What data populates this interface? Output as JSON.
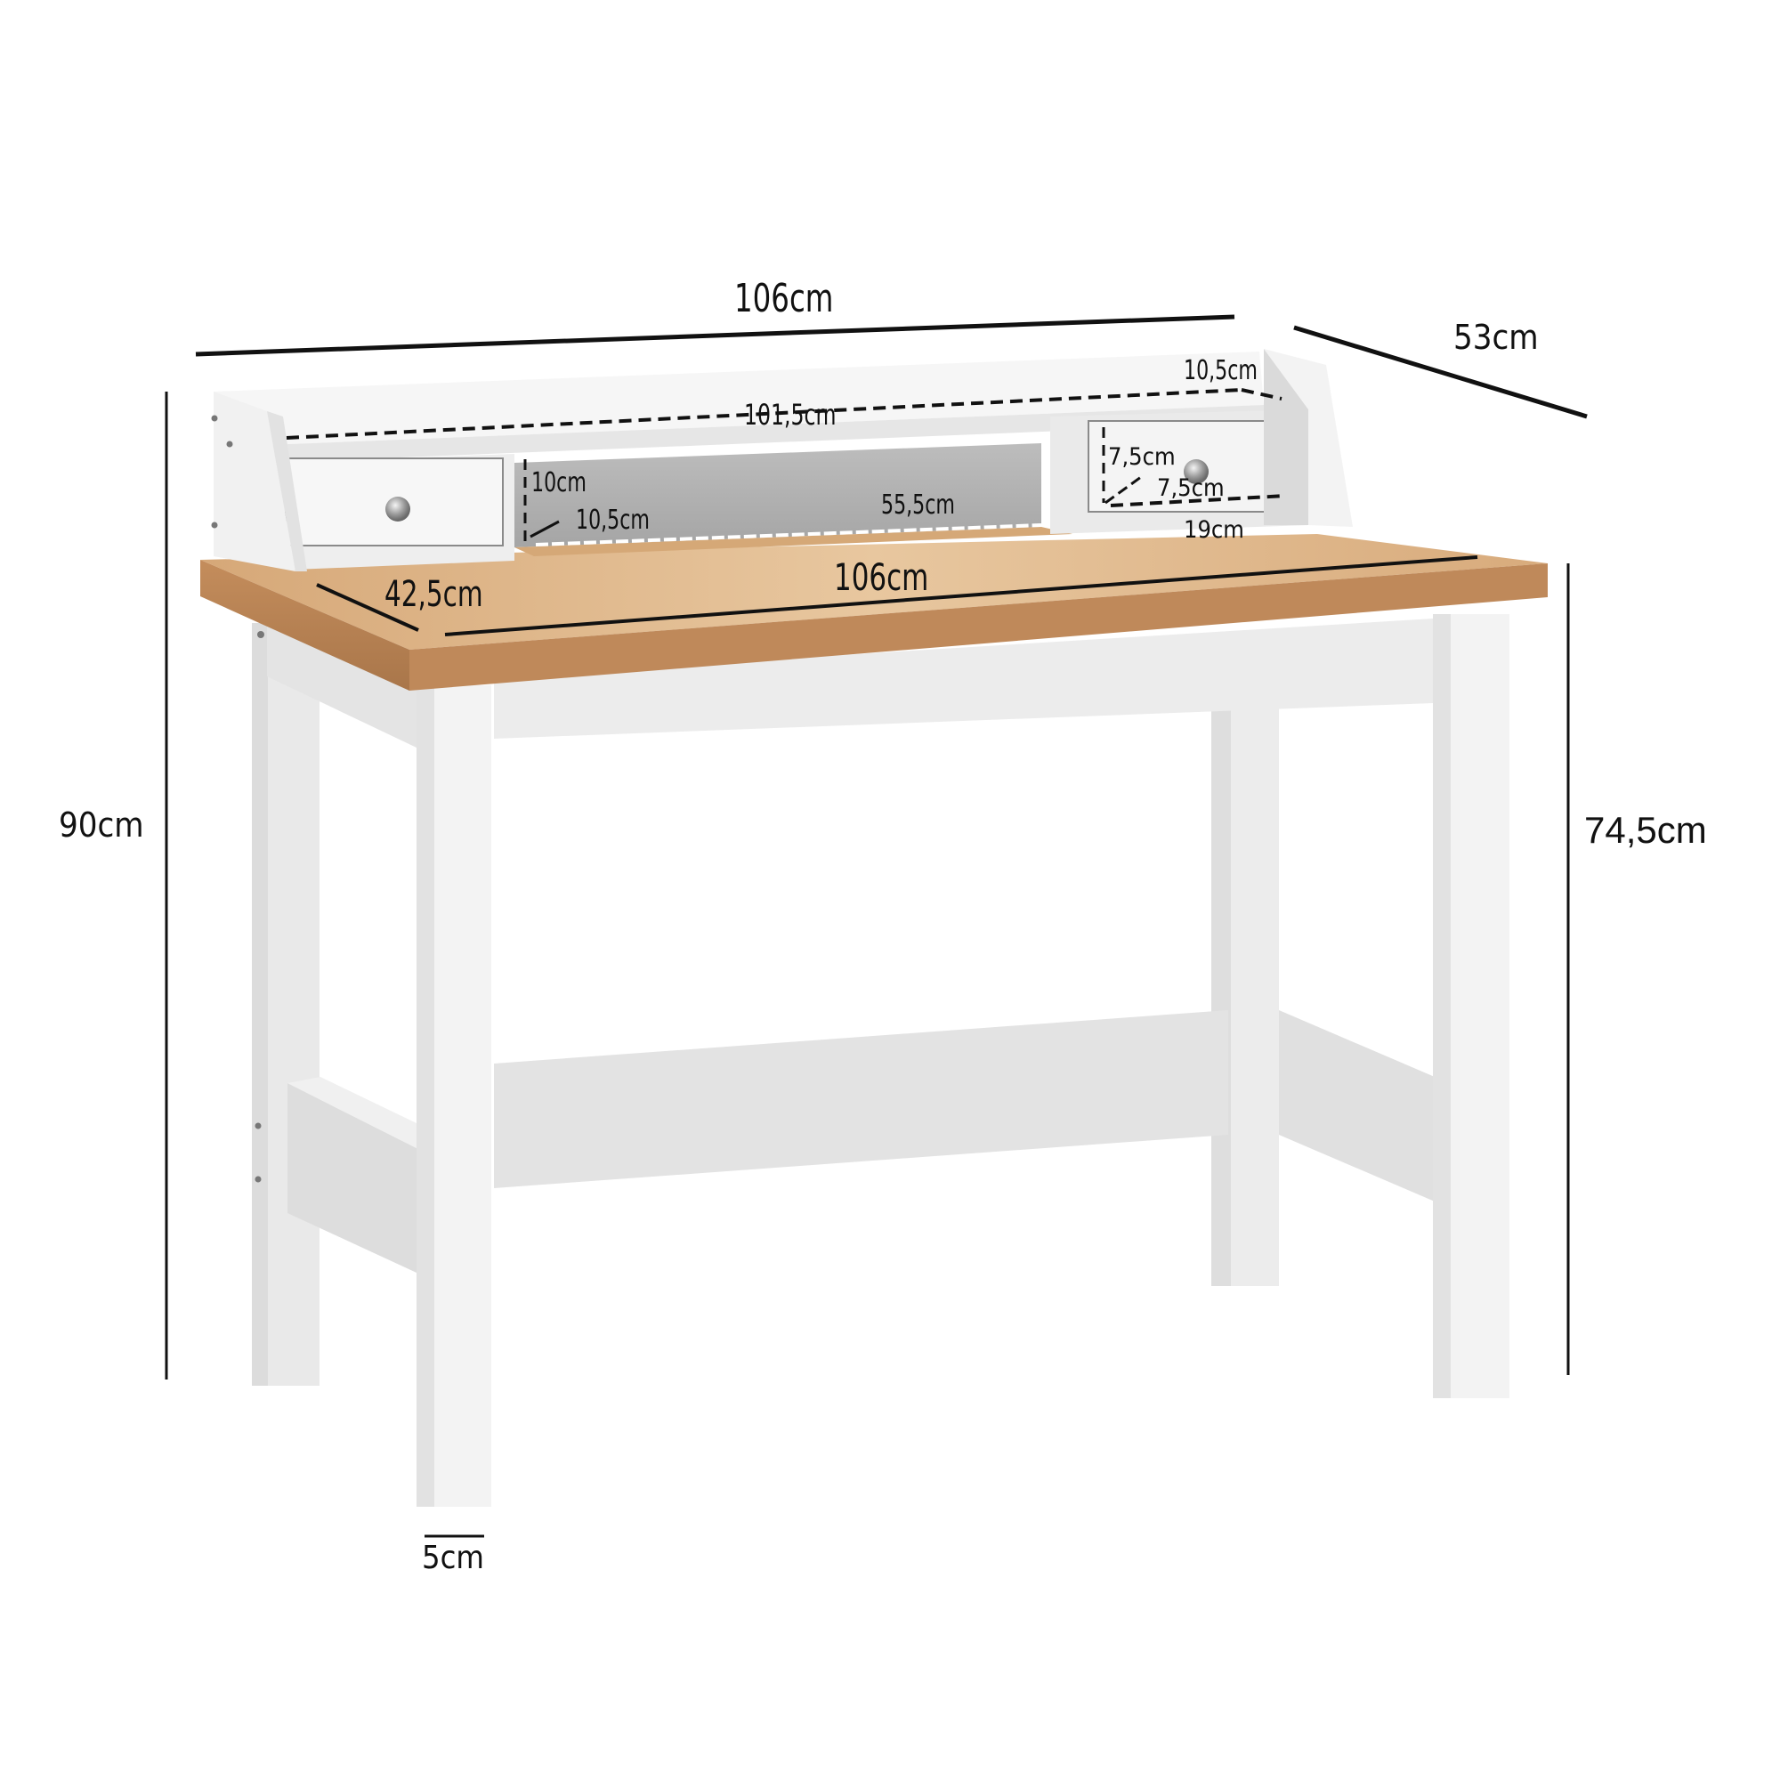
{
  "product": "Writing desk with hutch and two drawers",
  "colors": {
    "background": "#ffffff",
    "white_frame": "#f2f2f2",
    "white_shadow": "#d9d9d9",
    "hutch_back": "#b4b4b4",
    "wood_top": "#dcb38a",
    "wood_edge": "#b98354",
    "dimension_line": "#111111",
    "knob": "#9a9a9a"
  },
  "dimensions": {
    "total_width": "106cm",
    "total_depth": "53cm",
    "total_height": "90cm",
    "table_height": "74,5cm",
    "hutch_inner_width": "101,5cm",
    "hutch_depth": "10,5cm",
    "opening_height": "10cm",
    "opening_depth": "10,5cm",
    "opening_width": "55,5cm",
    "drawer_height": "7,5cm",
    "drawer_depth": "7,5cm",
    "drawer_width": "19cm",
    "desktop_depth": "42,5cm",
    "desktop_width": "106cm",
    "leg_width": "5cm"
  }
}
